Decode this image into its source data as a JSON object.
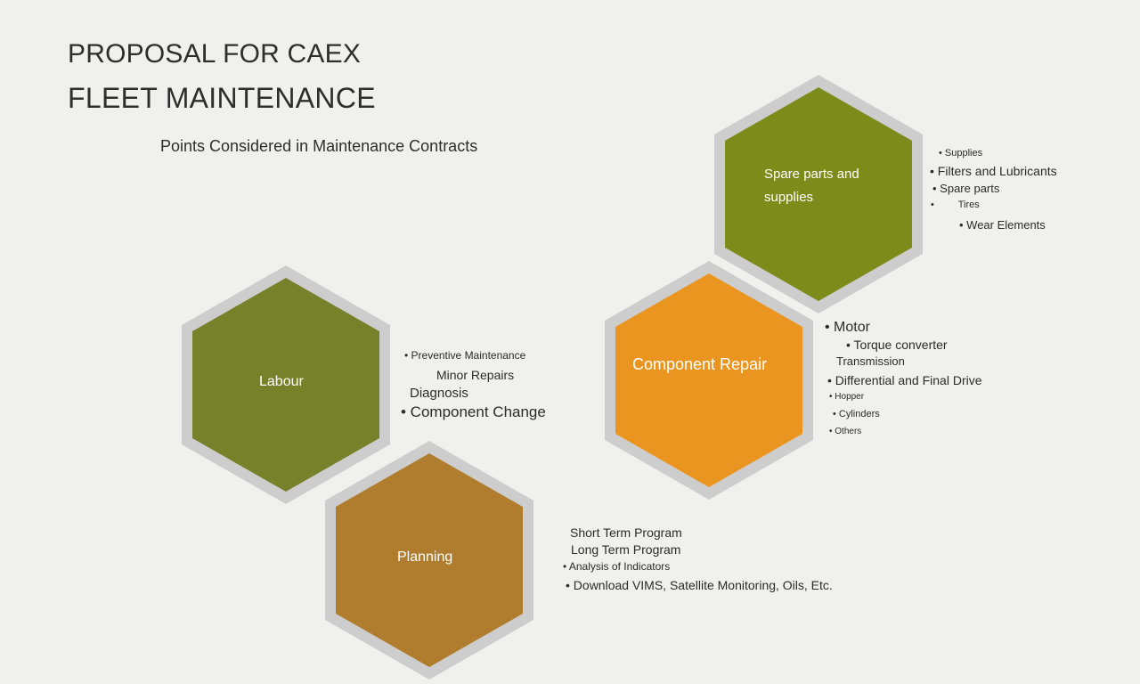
{
  "title": {
    "line1": "PROPOSAL FOR CAEX",
    "line2": "FLEET MAINTENANCE"
  },
  "subtitle": "Points Considered in Maintenance Contracts",
  "colors": {
    "olive": "#7c8c1a",
    "olive_dark": "#76822a",
    "orange": "#ea951f",
    "brown": "#b07d2e",
    "hex_border": "#cdcdcd",
    "background": "#f0f0ef"
  },
  "hexagons": {
    "spare": {
      "label_line1": "Spare parts and",
      "label_line2": "supplies",
      "items": [
        "• Supplies",
        "• Filters and Lubricants",
        "• Spare parts",
        "• Tires",
        "• Wear Elements"
      ]
    },
    "labour": {
      "label": "Labour",
      "items": [
        "• Preventive Maintenance",
        "Minor Repairs",
        "Diagnosis",
        "• Component Change"
      ]
    },
    "component": {
      "label": "Component Repair",
      "items": [
        "• Motor",
        "• Torque converter",
        "Transmission",
        "• Differential and Final Drive",
        "• Hopper",
        "• Cylinders",
        "• Others"
      ]
    },
    "planning": {
      "label": "Planning",
      "items": [
        "Short Term Program",
        "Long Term Program",
        "• Analysis of Indicators",
        "• Download VIMS, Satellite Monitoring, Oils, Etc."
      ]
    }
  }
}
